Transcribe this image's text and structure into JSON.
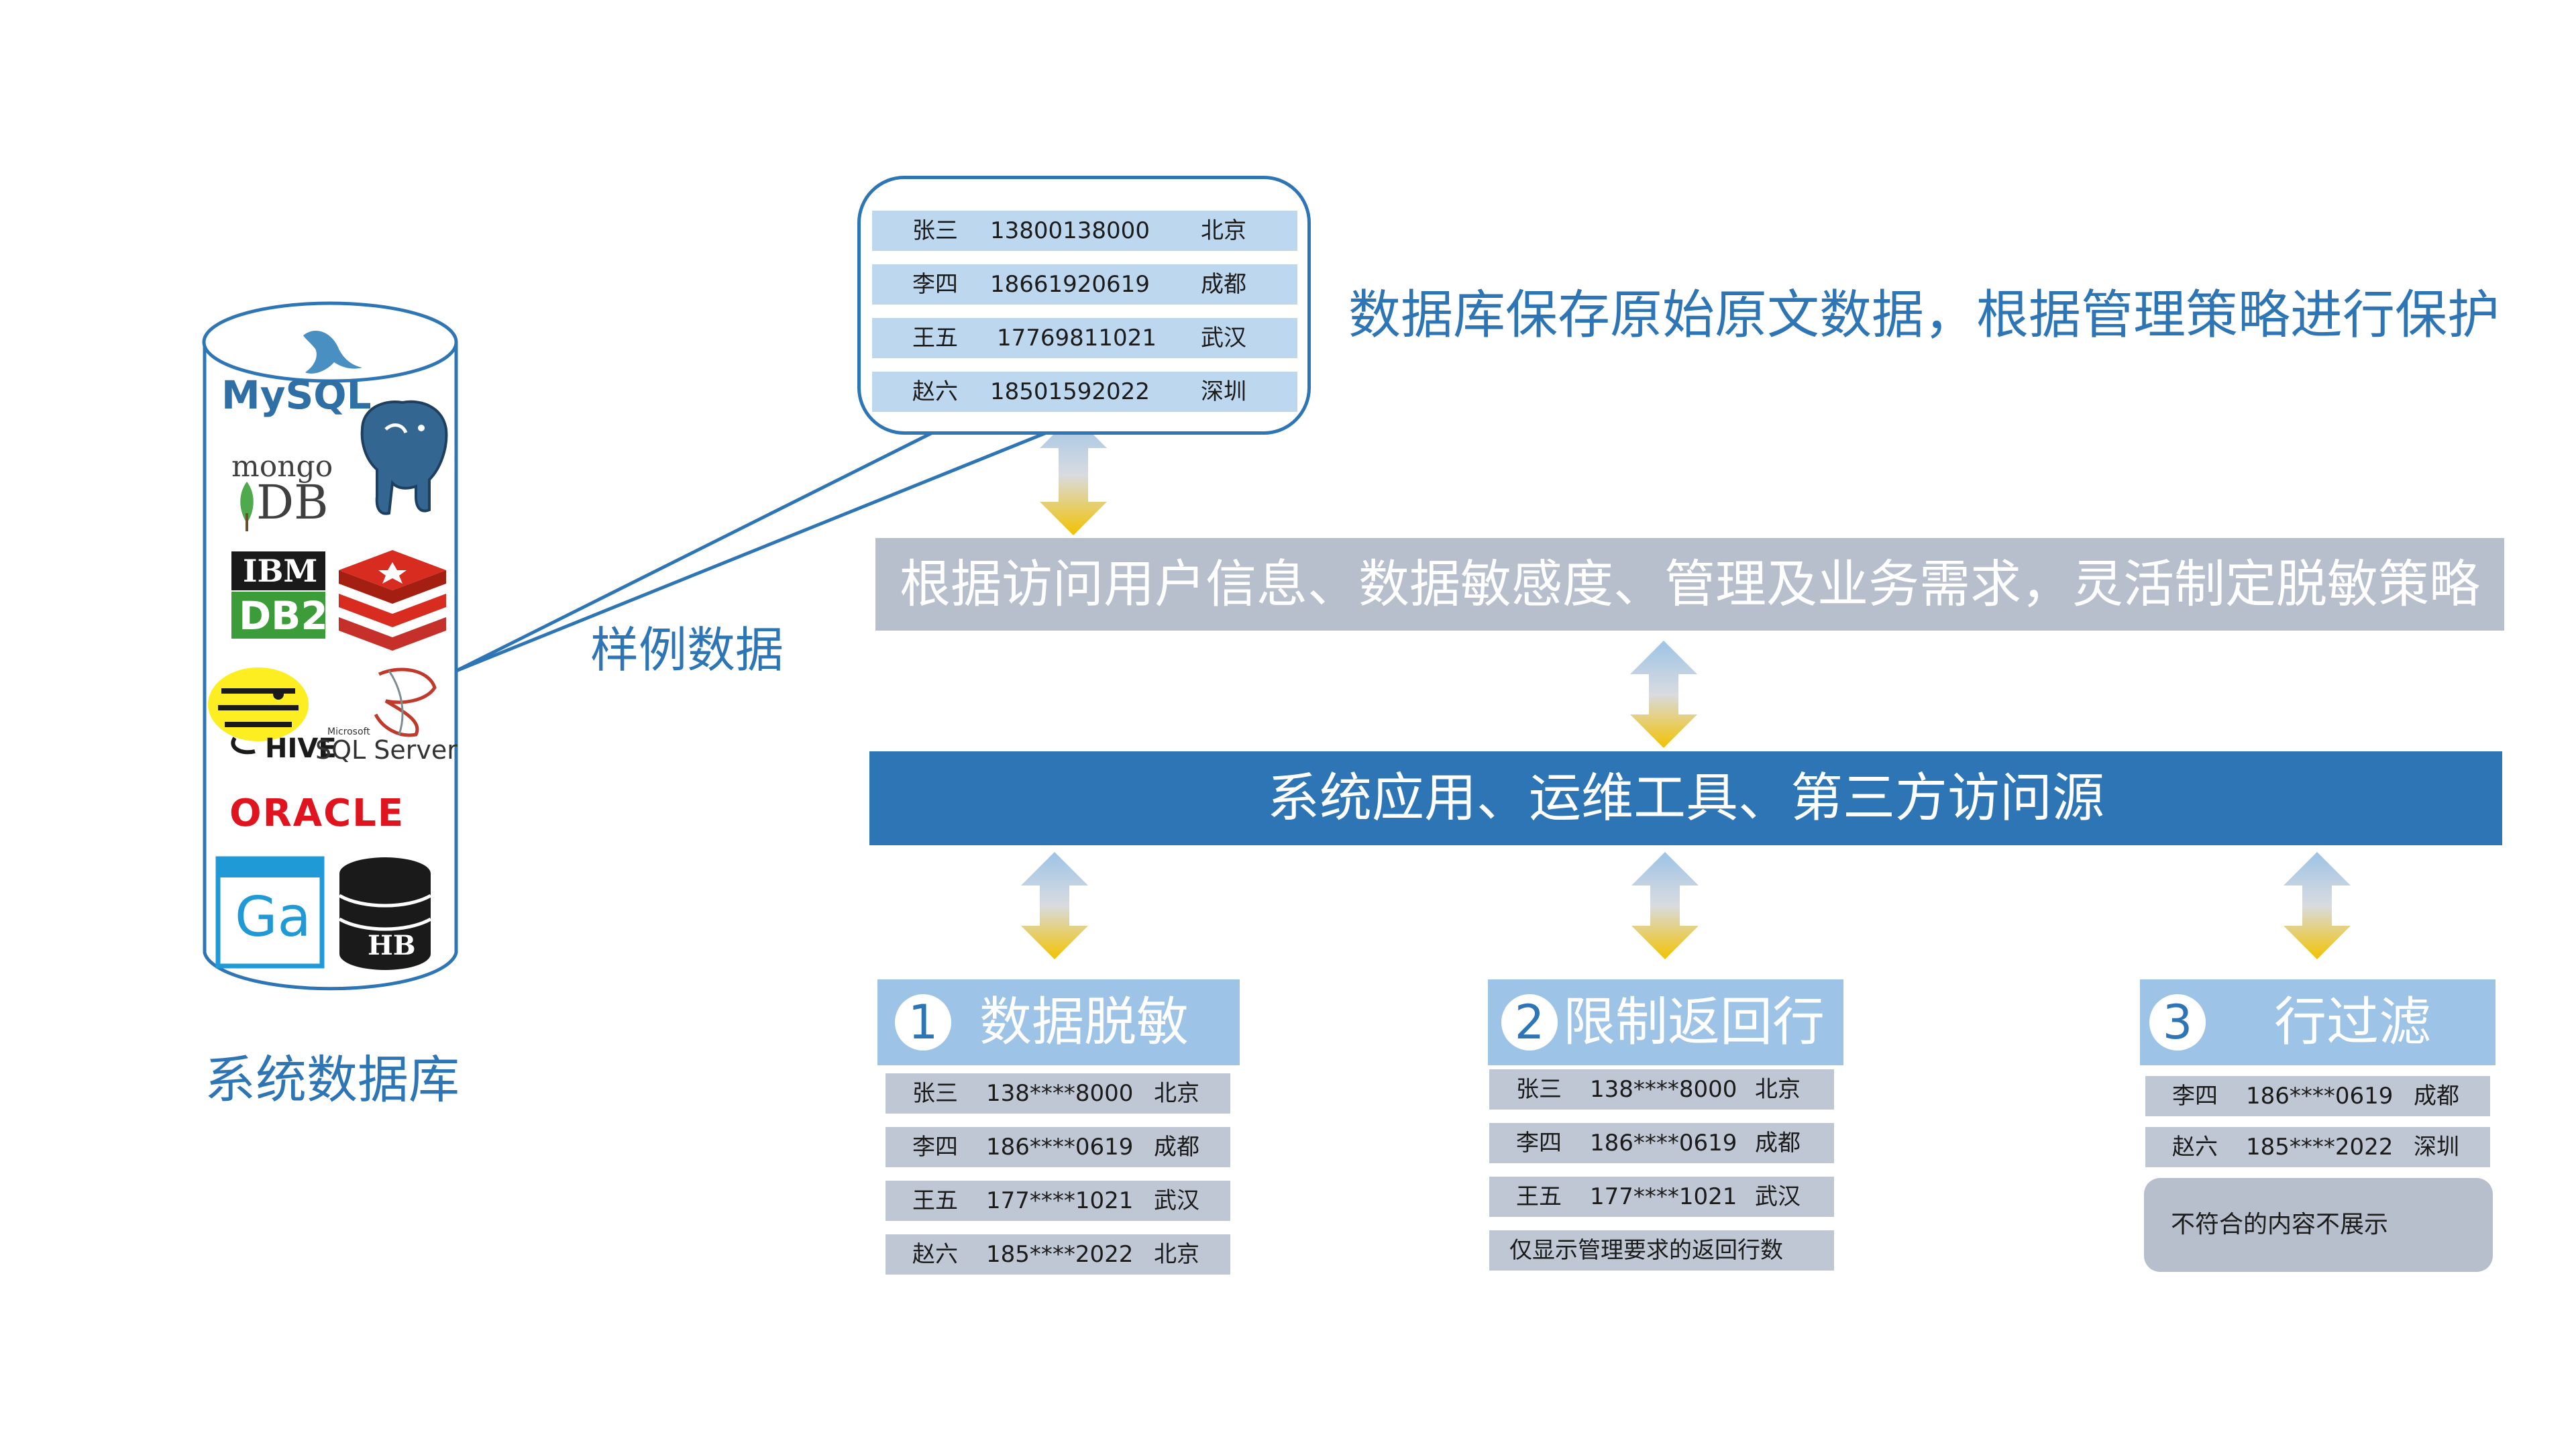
{
  "sample_rows": [
    {
      "name": "张三",
      "phone": "13800138000",
      "city": "北京"
    },
    {
      "name": "李四",
      "phone": "18661920619",
      "city": "成都"
    },
    {
      "name": "王五",
      "phone": "17769811021",
      "city": "武汉"
    },
    {
      "name": "赵六",
      "phone": "18501592022",
      "city": "深圳"
    }
  ],
  "db_description": "数据库保存原始原文数据，根据管理策略进行保护",
  "sample_label": "样例数据",
  "system_db_label": "系统数据库",
  "db_logos": {
    "mysql": "MySQL",
    "mongo_top": "mongo",
    "mongo_bottom": "DB",
    "ibm": "IBM",
    "db2": "DB2",
    "hive": "HIVE",
    "sqlserver_small": "Microsoft",
    "sqlserver": "SQL Server",
    "oracle": "ORACLE",
    "ga": "Ga",
    "hb": "HB"
  },
  "policy_bar": "根据访问用户信息、数据敏感度、管理及业务需求，灵活制定脱敏策略",
  "app_bar": "系统应用、运维工具、第三方访问源",
  "methods": [
    {
      "num": "1",
      "title": "数据脱敏",
      "rows": [
        {
          "name": "张三",
          "phone": "138****8000",
          "city": "北京"
        },
        {
          "name": "李四",
          "phone": "186****0619",
          "city": "成都"
        },
        {
          "name": "王五",
          "phone": "177****1021",
          "city": "武汉"
        },
        {
          "name": "赵六",
          "phone": "185****2022",
          "city": "北京"
        }
      ]
    },
    {
      "num": "2",
      "title": "限制返回行",
      "rows": [
        {
          "name": "张三",
          "phone": "138****8000",
          "city": "北京"
        },
        {
          "name": "李四",
          "phone": "186****0619",
          "city": "成都"
        },
        {
          "name": "王五",
          "phone": "177****1021",
          "city": "武汉"
        }
      ],
      "note": "仅显示管理要求的返回行数"
    },
    {
      "num": "3",
      "title": "行过滤",
      "rows": [
        {
          "name": "李四",
          "phone": "186****0619",
          "city": "成都"
        },
        {
          "name": "赵六",
          "phone": "185****2022",
          "city": "深圳"
        }
      ],
      "note": "不符合的内容不展示"
    }
  ],
  "colors": {
    "primary_blue": "#2e75b6",
    "light_blue": "#bdd7ee",
    "header_blue": "#9dc3e6",
    "gray_bar": "#b7bfcc",
    "arrow_gold": "#f2c200"
  }
}
